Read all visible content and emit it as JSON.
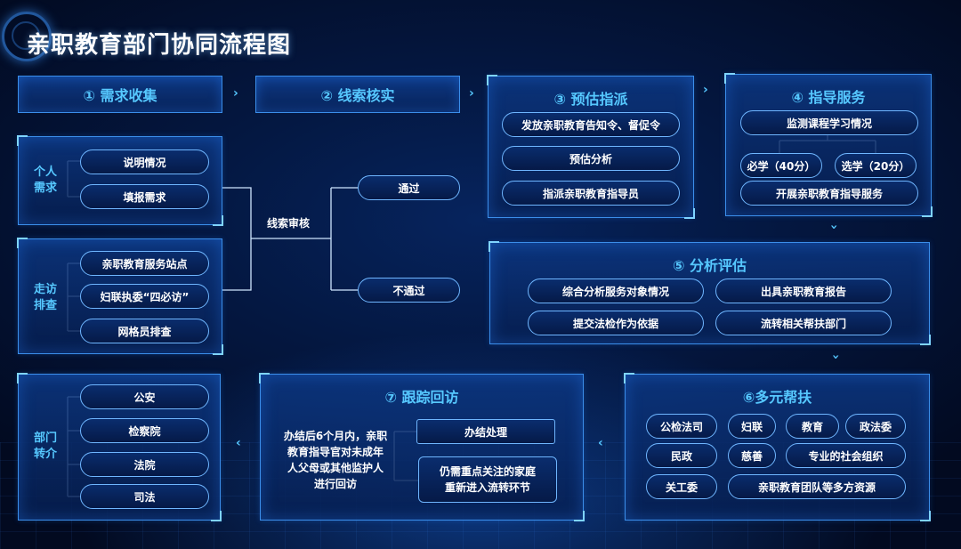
{
  "title": "亲职教育部门协同流程图",
  "stages": {
    "s1": "① 需求收集",
    "s2": "② 线索核实",
    "s3": "③ 预估指派",
    "s4": "④ 指导服务",
    "s5": "⑤ 分析评估",
    "s6": "⑥多元帮扶",
    "s7": "⑦ 跟踪回访"
  },
  "collection": {
    "personal_label": "个人\n需求",
    "personal_items": [
      "说明情况",
      "填报需求"
    ],
    "visit_label": "走访\n排查",
    "visit_items": [
      "亲职教育服务站点",
      "妇联执委“四必访”",
      "网格员排查"
    ]
  },
  "verification": {
    "label": "线索审核",
    "pass": "通过",
    "fail": "不通过"
  },
  "dispatch": {
    "items": [
      "发放亲职教育告知令、督促令",
      "预估分析",
      "指派亲职教育指导员"
    ]
  },
  "guidance": {
    "monitor": "监测课程学习情况",
    "required": "必学（40分）",
    "elective": "选学（20分）",
    "service": "开展亲职教育指导服务"
  },
  "evaluation": {
    "items": [
      "综合分析服务对象情况",
      "出具亲职教育报告",
      "提交法检作为依据",
      "流转相关帮扶部门"
    ]
  },
  "support": {
    "items": [
      "公检法司",
      "妇联",
      "教育",
      "政法委",
      "民政",
      "慈善",
      "专业的社会组织",
      "关工委",
      "亲职教育团队等多方资源"
    ]
  },
  "followup": {
    "desc": "办结后6个月内，亲职教育指导官对未成年人父母或其他监护人进行回访",
    "end": "办结处理",
    "reenter": "仍需重点关注的家庭\n重新进入流转环节"
  },
  "transfer": {
    "label": "部门\n转介",
    "items": [
      "公安",
      "检察院",
      "法院",
      "司法"
    ]
  },
  "colors": {
    "accent": "#56c8ff",
    "border": "#3b8eea",
    "background": "#041740"
  }
}
